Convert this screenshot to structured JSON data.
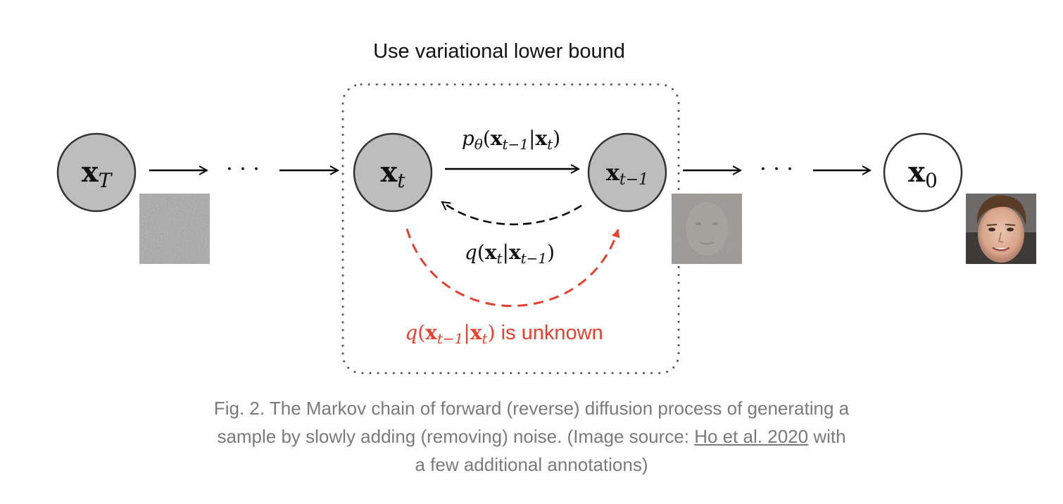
{
  "diagram": {
    "box_title": "Use variational lower bound",
    "nodes": {
      "xT": {
        "base": "x",
        "sub": "T"
      },
      "xt": {
        "base": "x",
        "sub": "t"
      },
      "xt1": {
        "base": "x",
        "sub": "t−1"
      },
      "x0": {
        "base": "x",
        "sub": "0"
      }
    },
    "ellipsis": "· · ·",
    "reverse_label": {
      "p": "p",
      "theta": "θ",
      "open": "(",
      "x1": "x",
      "sub1": "t−1",
      "bar": "|",
      "x2": "x",
      "sub2": "t",
      "close": ")"
    },
    "forward_label": {
      "q": "q",
      "open": "(",
      "x1": "x",
      "sub1": "t",
      "bar": "|",
      "x2": "x",
      "sub2": "t−1",
      "close": ")"
    },
    "unknown_label": {
      "q": "q",
      "open": "(",
      "x1": "x",
      "sub1": "t−1",
      "bar": "|",
      "x2": "x",
      "sub2": "t",
      "close": ")",
      "suffix": " is unknown"
    },
    "colors": {
      "node_fill": "#bdbdbd",
      "node_stroke": "#333333",
      "accent_red": "#e8402e",
      "box_dots": "#555555",
      "caption": "#7a7a7a"
    }
  },
  "caption": {
    "line1": "Fig. 2. The Markov chain of forward (reverse) diffusion process of generating a",
    "line2_pre": "sample by slowly adding (removing) noise. (Image source: ",
    "link_text": "Ho et al. 2020",
    "line2_post": " with",
    "line3": "a few additional annotations)"
  }
}
